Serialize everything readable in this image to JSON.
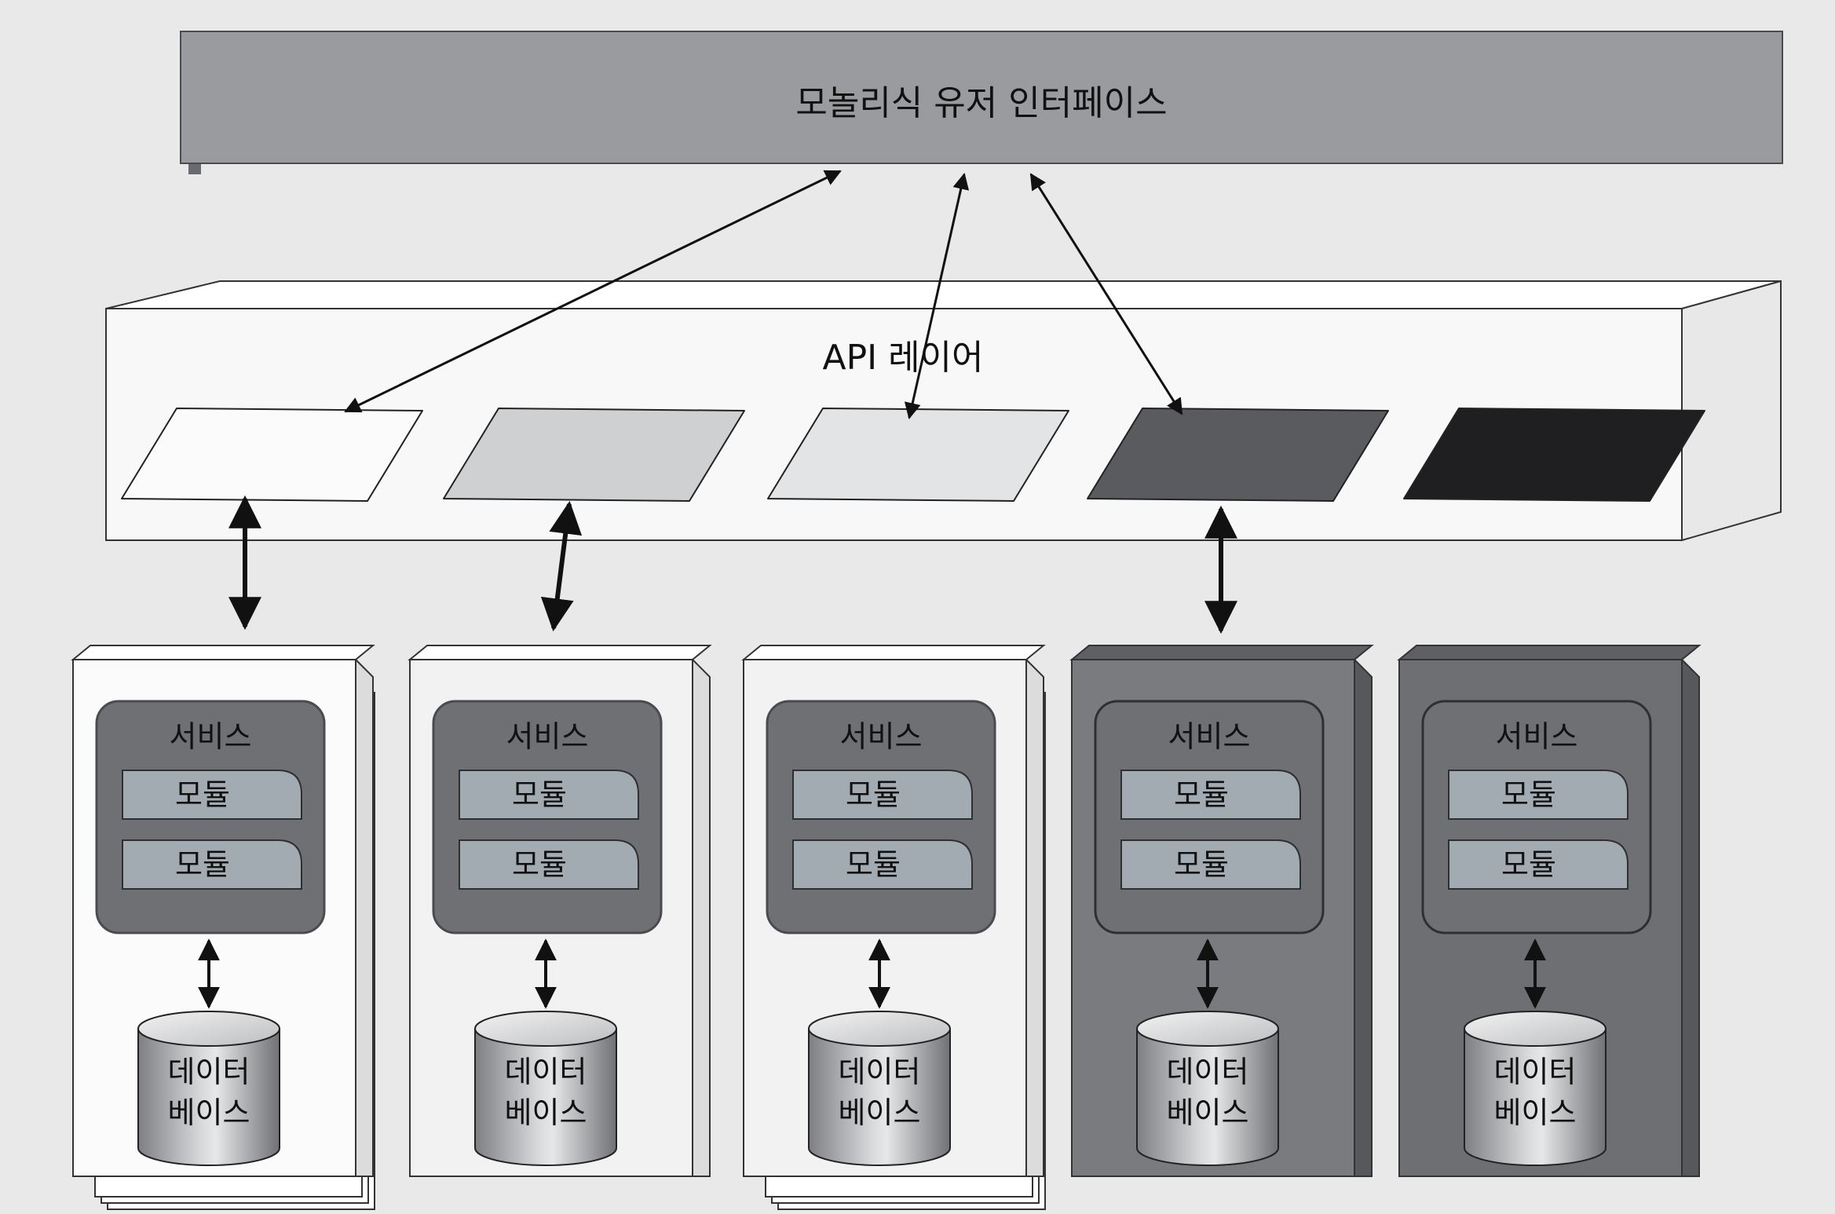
{
  "ui_label": "모놀리식 유저 인터페이스",
  "api_layer_label": "API 레이어",
  "colors": {
    "background": "#e9e9ea",
    "ui_bar": "#9a9b9e",
    "api_layer": "#f8f8f8",
    "api_tiles": [
      "#fbfbfb",
      "#cfd0d2",
      "#e3e4e5",
      "#5a5b5e",
      "#1f1f21"
    ],
    "servers": [
      "#fbfbfb",
      "#f2f2f3",
      "#f2f2f3",
      "#7a7b7f",
      "#6e6f73"
    ],
    "service_box": "#6f7074",
    "module": "#a3abb2"
  },
  "services": [
    {
      "service_label": "서비스",
      "modules": [
        "모듈",
        "모듈"
      ],
      "db_label_line1": "데이터",
      "db_label_line2": "베이스"
    },
    {
      "service_label": "서비스",
      "modules": [
        "모듈",
        "모듈"
      ],
      "db_label_line1": "데이터",
      "db_label_line2": "베이스"
    },
    {
      "service_label": "서비스",
      "modules": [
        "모듈",
        "모듈"
      ],
      "db_label_line1": "데이터",
      "db_label_line2": "베이스"
    },
    {
      "service_label": "서비스",
      "modules": [
        "모듈",
        "모듈"
      ],
      "db_label_line1": "데이터",
      "db_label_line2": "베이스"
    },
    {
      "service_label": "서비스",
      "modules": [
        "모듈",
        "모듈"
      ],
      "db_label_line1": "데이터",
      "db_label_line2": "베이스"
    }
  ]
}
